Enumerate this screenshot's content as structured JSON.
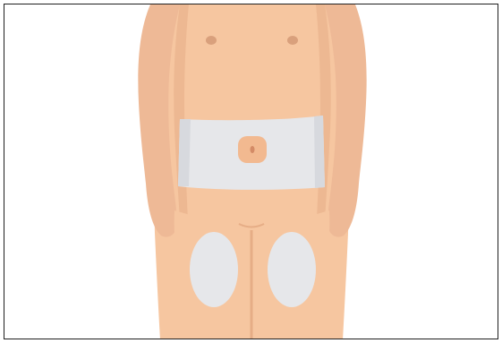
{
  "illustration": {
    "subject": "body-outline-front-view",
    "colors": {
      "skin": "#F6C6A0",
      "skin_shadow": "#E6AD86",
      "skin_edge": "#EEB996",
      "nipple": "#D9A07C",
      "injection_zone": "#E6E7EA",
      "injection_zone_edge": "#D7D9DE",
      "navel": "#F2B990",
      "navel_dot": "#D48B66",
      "frame_border": "#1f1f1f",
      "background": "#ffffff"
    },
    "zones": [
      {
        "name": "abdomen-zone"
      },
      {
        "name": "left-thigh-zone"
      },
      {
        "name": "right-thigh-zone"
      }
    ]
  }
}
